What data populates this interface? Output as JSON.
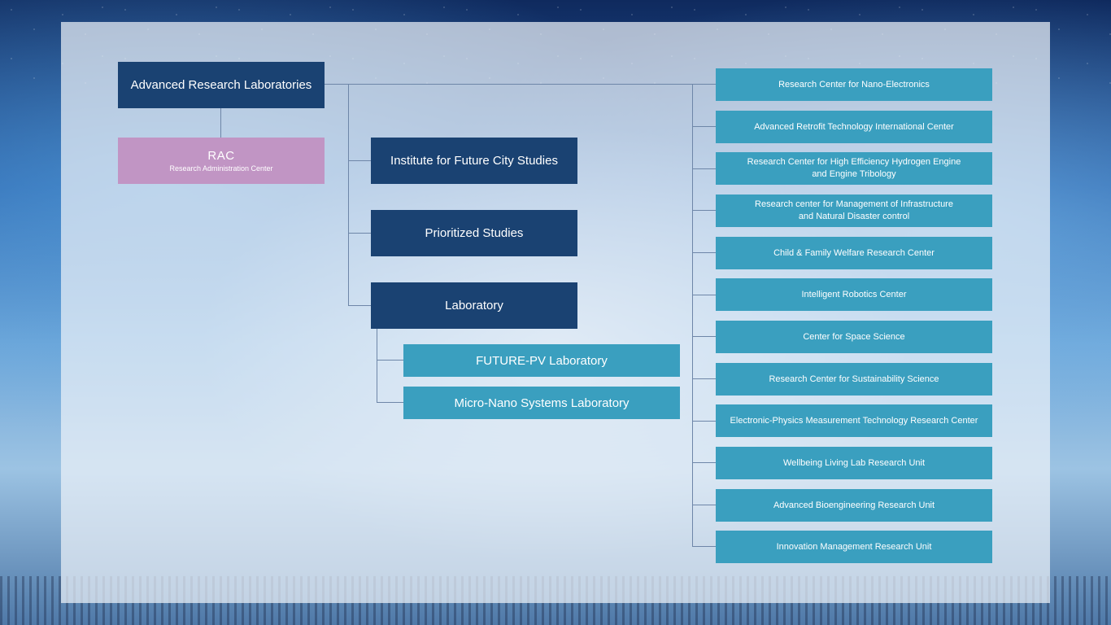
{
  "root": {
    "label": "Advanced Research Laboratories"
  },
  "rac": {
    "title": "RAC",
    "subtitle": "Research Administration Center"
  },
  "middle": [
    "Institute for Future City Studies",
    "Prioritized Studies",
    "Laboratory"
  ],
  "labs": [
    "FUTURE-PV Laboratory",
    "Micro-Nano Systems Laboratory"
  ],
  "centers": [
    "Research Center for Nano-Electronics",
    "Advanced Retrofit Technology International Center",
    "Research Center for High Efficiency Hydrogen Engine\nand  Engine Tribology",
    "Research center for Management of Infrastructure\nand Natural Disaster control",
    "Child & Family Welfare Research Center",
    "Intelligent Robotics Center",
    "Center for Space Science",
    "Research Center for Sustainability Science",
    "Electronic-Physics Measurement Technology Research Center",
    "Wellbeing Living Lab Research Unit",
    "Advanced Bioengineering Research Unit",
    "Innovation Management Research Unit"
  ],
  "colors": {
    "navy": "#1a4272",
    "teal": "#3a9fbf",
    "pink": "#c195c4",
    "connector": "#6e86a8"
  }
}
